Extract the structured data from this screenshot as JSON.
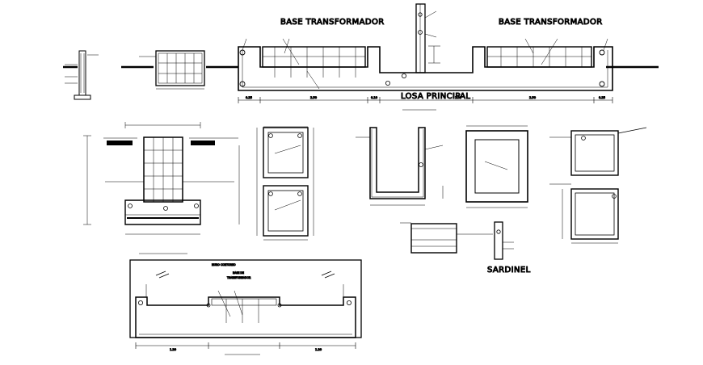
{
  "labels": {
    "base_left": "BASE TRANSFORMADOR",
    "base_right": "BASE TRANSFORMADOR",
    "losa_principal": "LOSA PRINCIPAL",
    "sardinel": "SARDINEL",
    "muro_contorno": "MURO CONTORNO",
    "base_de": "BASE DE",
    "transformador": "TRANSFORMADOR"
  },
  "top_section": {
    "dimensions": [
      "0.25",
      "2.50",
      "0.10",
      "1.50",
      "2.50",
      "0.25"
    ]
  },
  "bottom_section": {
    "dimensions": [
      "1.20",
      "1.20"
    ]
  },
  "colors": {
    "ink": "#000000",
    "paper": "#ffffff"
  }
}
